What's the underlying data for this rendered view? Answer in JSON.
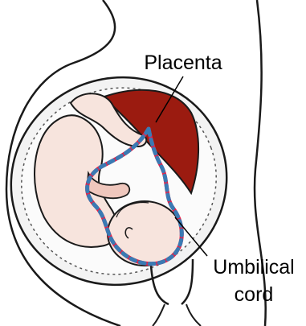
{
  "labels": {
    "placenta": "Placenta",
    "umbilical_line1": "Umbilical",
    "umbilical_line2": "cord"
  },
  "colors": {
    "outline": "#1a1a1a",
    "skin": "#f7e4dd",
    "skin_shade": "#efc7bd",
    "fluid": "#fbfbfb",
    "uterus_wall": "#f3f3f3",
    "placenta": "#9b1b10",
    "artery": "#e0234b",
    "vein": "#3a7ab3"
  }
}
